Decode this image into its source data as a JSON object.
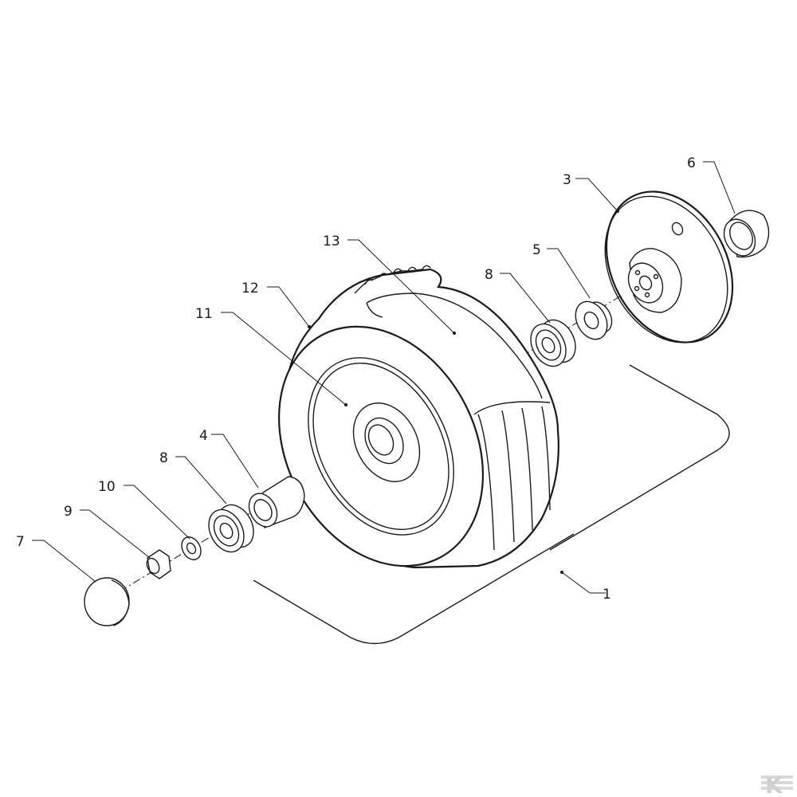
{
  "callouts": [
    {
      "id": "1",
      "text": "1"
    },
    {
      "id": "3",
      "text": "3"
    },
    {
      "id": "4",
      "text": "4"
    },
    {
      "id": "5",
      "text": "5"
    },
    {
      "id": "6",
      "text": "6"
    },
    {
      "id": "7",
      "text": "7"
    },
    {
      "id": "8a",
      "text": "8"
    },
    {
      "id": "8b",
      "text": "8"
    },
    {
      "id": "9",
      "text": "9"
    },
    {
      "id": "10",
      "text": "10"
    },
    {
      "id": "11",
      "text": "11"
    },
    {
      "id": "12",
      "text": "12"
    },
    {
      "id": "13",
      "text": "13"
    }
  ],
  "colors": {
    "line": "#1a1a1a",
    "background": "#ffffff",
    "logo": "#d9d9d9"
  },
  "logo": {
    "letter": "K"
  }
}
